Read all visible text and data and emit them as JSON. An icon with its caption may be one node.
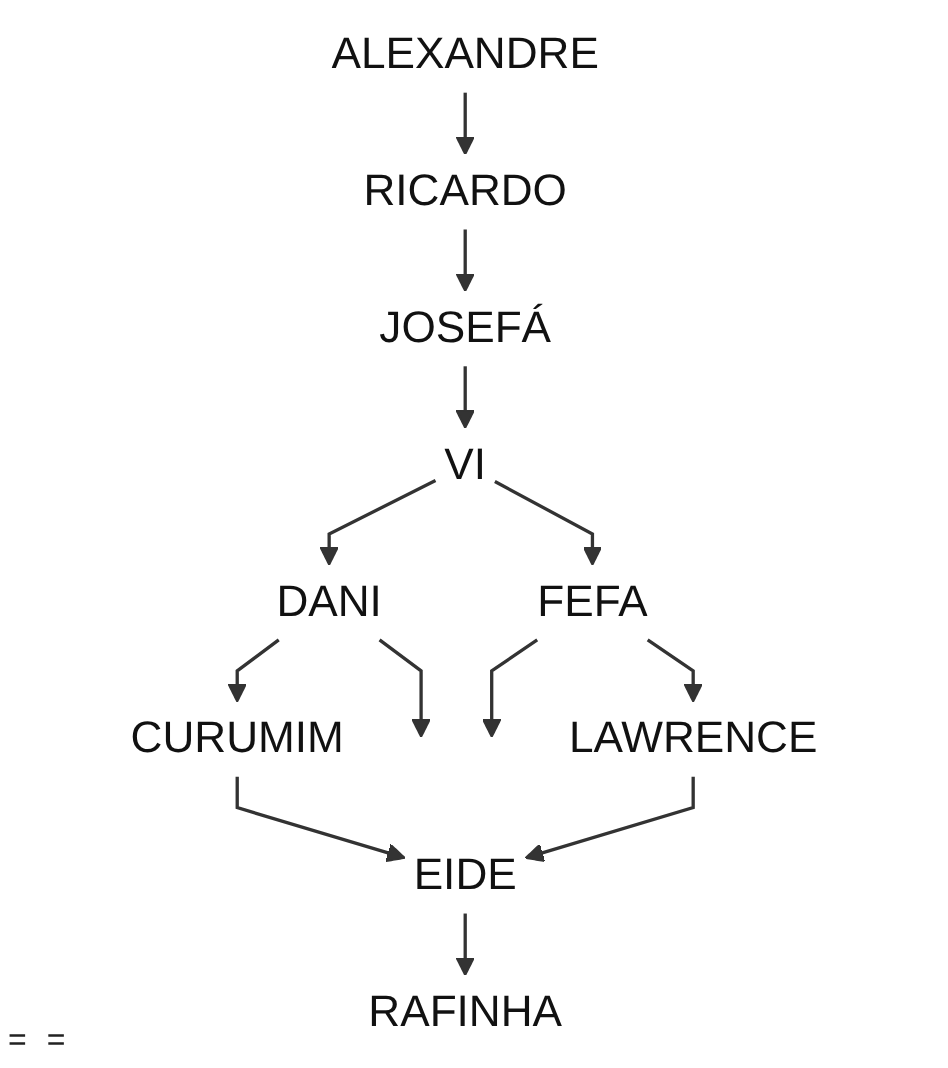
{
  "diagram": {
    "nodes": [
      {
        "text": [
          "ALEXANDRE"
        ]
      },
      {
        "text": [
          "RICARDO"
        ]
      },
      {
        "text": [
          "JOSEFÁ"
        ]
      },
      {
        "text": [
          "VI"
        ]
      },
      {
        "text": [
          "DANI"
        ]
      },
      {
        "text": [
          "FEFA"
        ]
      },
      {
        "text": [
          "CURUMIM"
        ]
      },
      {
        "text": [
          "LAWRENCE"
        ]
      },
      {
        "text": [
          "EIDE"
        ]
      },
      {
        "text": [
          "RAFINHA"
        ]
      }
    ],
    "edges": [
      {
        "from": 0,
        "to": 1,
        "arrow": "to"
      },
      {
        "from": 1,
        "to": 2,
        "arrow": "to"
      },
      {
        "from": 2,
        "to": 3,
        "arrow": "to"
      },
      {
        "from": 3,
        "to": 4,
        "arrow": "to"
      },
      {
        "from": 3,
        "to": 5,
        "arrow": "to"
      },
      {
        "from": 4,
        "to": 6,
        "arrow": "to"
      },
      {
        "from": 4,
        "to": null,
        "arrow": "to"
      },
      {
        "from": 5,
        "to": null,
        "arrow": "to"
      },
      {
        "from": 5,
        "to": 7,
        "arrow": "to"
      },
      {
        "from": 6,
        "to": 8,
        "arrow": "to"
      },
      {
        "from": 7,
        "to": 8,
        "arrow": "to"
      },
      {
        "from": 8,
        "to": 9,
        "arrow": "to"
      }
    ],
    "labels": [
      "=",
      "="
    ]
  }
}
